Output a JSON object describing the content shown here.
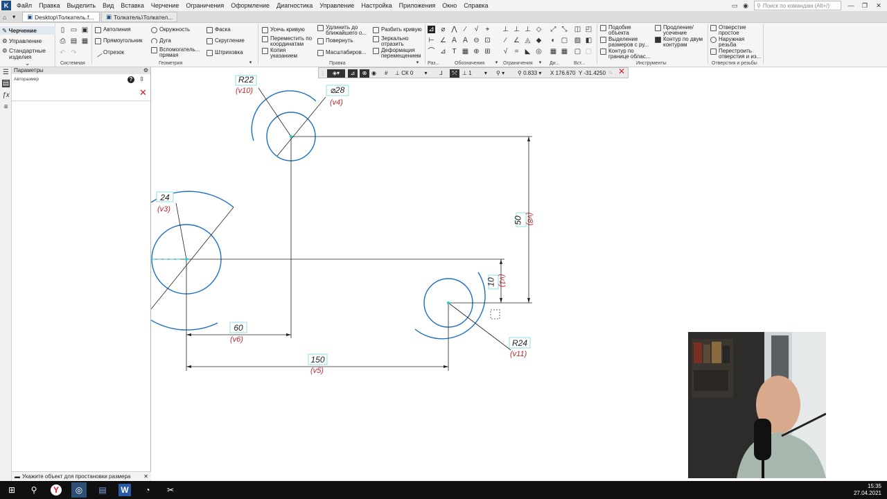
{
  "menu": {
    "items": [
      "Файл",
      "Правка",
      "Выделить",
      "Вид",
      "Вставка",
      "Черчение",
      "Ограничения",
      "Оформление",
      "Диагностика",
      "Управление",
      "Настройка",
      "Приложения",
      "Окно",
      "Справка"
    ],
    "search_placeholder": "Поиск по командам (Alt+/)"
  },
  "tabs": [
    {
      "label": "Desktop\\Толкатель.f..."
    },
    {
      "label": "Толкатель\\Толкател..."
    }
  ],
  "ribbon": {
    "side": {
      "active": "Черчение",
      "control": "Управление",
      "standard_1": "Стандартные",
      "standard_2": "изделия"
    },
    "groups": {
      "system": "Системная",
      "geometry": "Геометрия",
      "edit": "Правка",
      "dims": "Раз...",
      "marks": "Обозначения",
      "constraints": "Ограничения",
      "di": "Ди...",
      "vst": "Вст...",
      "tools": "Инструменты",
      "holes": "Отверстия и резьбы"
    },
    "geometry": {
      "autoline": "Автолиния",
      "rectangle": "Прямоугольник",
      "segment": "Отрезок",
      "circle": "Окружность",
      "arc": "Дуга",
      "aux_line_1": "Вспомогатель...",
      "aux_line_2": "прямая",
      "chamfer": "Фаска",
      "fillet": "Скругление",
      "hatch": "Штриховка"
    },
    "edit": {
      "trim": "Усечь кривую",
      "move_1": "Переместить по",
      "move_2": "координатам",
      "copy_1": "Копия",
      "copy_2": "указанием",
      "extend_1": "Удлинить до",
      "extend_2": "ближайшего о...",
      "rotate": "Повернуть",
      "scale": "Масштабиров...",
      "split": "Разбить кривую",
      "mirror_1": "Зеркально",
      "mirror_2": "отразить",
      "deform_1": "Деформация",
      "deform_2": "перемещением"
    },
    "tools": {
      "similar_1": "Подобие",
      "similar_2": "объекта",
      "select_1": "Выделение",
      "select_2": "размеров с ру...",
      "contour_1": "Контур по",
      "contour_2": "границе облас...",
      "extend_1": "Продление/",
      "extend_2": "усечение",
      "contour2_1": "Контур по двум",
      "contour2_2": "контурам"
    },
    "holes": {
      "simple_1": "Отверстие",
      "simple_2": "простое",
      "thread_1": "Наружная",
      "thread_2": "резьба",
      "rebuild_1": "Перестроить",
      "rebuild_2": "отверстия и из..."
    }
  },
  "panel": {
    "title": "Параметры",
    "subtitle": "Авторазмер",
    "status": "Укажите объект для простановки размера"
  },
  "dimbar": {
    "cs": "СК 0",
    "layer": "1",
    "zoom": "0.833",
    "x_label": "X",
    "x_value": "176.670",
    "y_label": "Y",
    "y_value": "-31.4250"
  },
  "drawing": {
    "dims": [
      {
        "id": "r22",
        "value": "R22",
        "var": "(v10)"
      },
      {
        "id": "d28",
        "value": "⌀28",
        "var": "(v4)"
      },
      {
        "id": "r24a",
        "value": "24",
        "var": "(v3)"
      },
      {
        "id": "d60",
        "value": "60",
        "var": "(v6)"
      },
      {
        "id": "d150",
        "value": "150",
        "var": "(v5)"
      },
      {
        "id": "r24b",
        "value": "R24",
        "var": "(v11)"
      },
      {
        "id": "v50",
        "value": "50",
        "var": "(v8)"
      },
      {
        "id": "v10",
        "value": "10",
        "var": "(v1)"
      }
    ]
  },
  "taskbar": {
    "time": "15:35",
    "date": "27.04.2021"
  },
  "colors": {
    "geometry": "#1a6fc2",
    "dimension_value": "#1a1a1a",
    "variable": "#c0262d",
    "dim_box": "#8fdde0",
    "cursor": "#19d0d8"
  }
}
